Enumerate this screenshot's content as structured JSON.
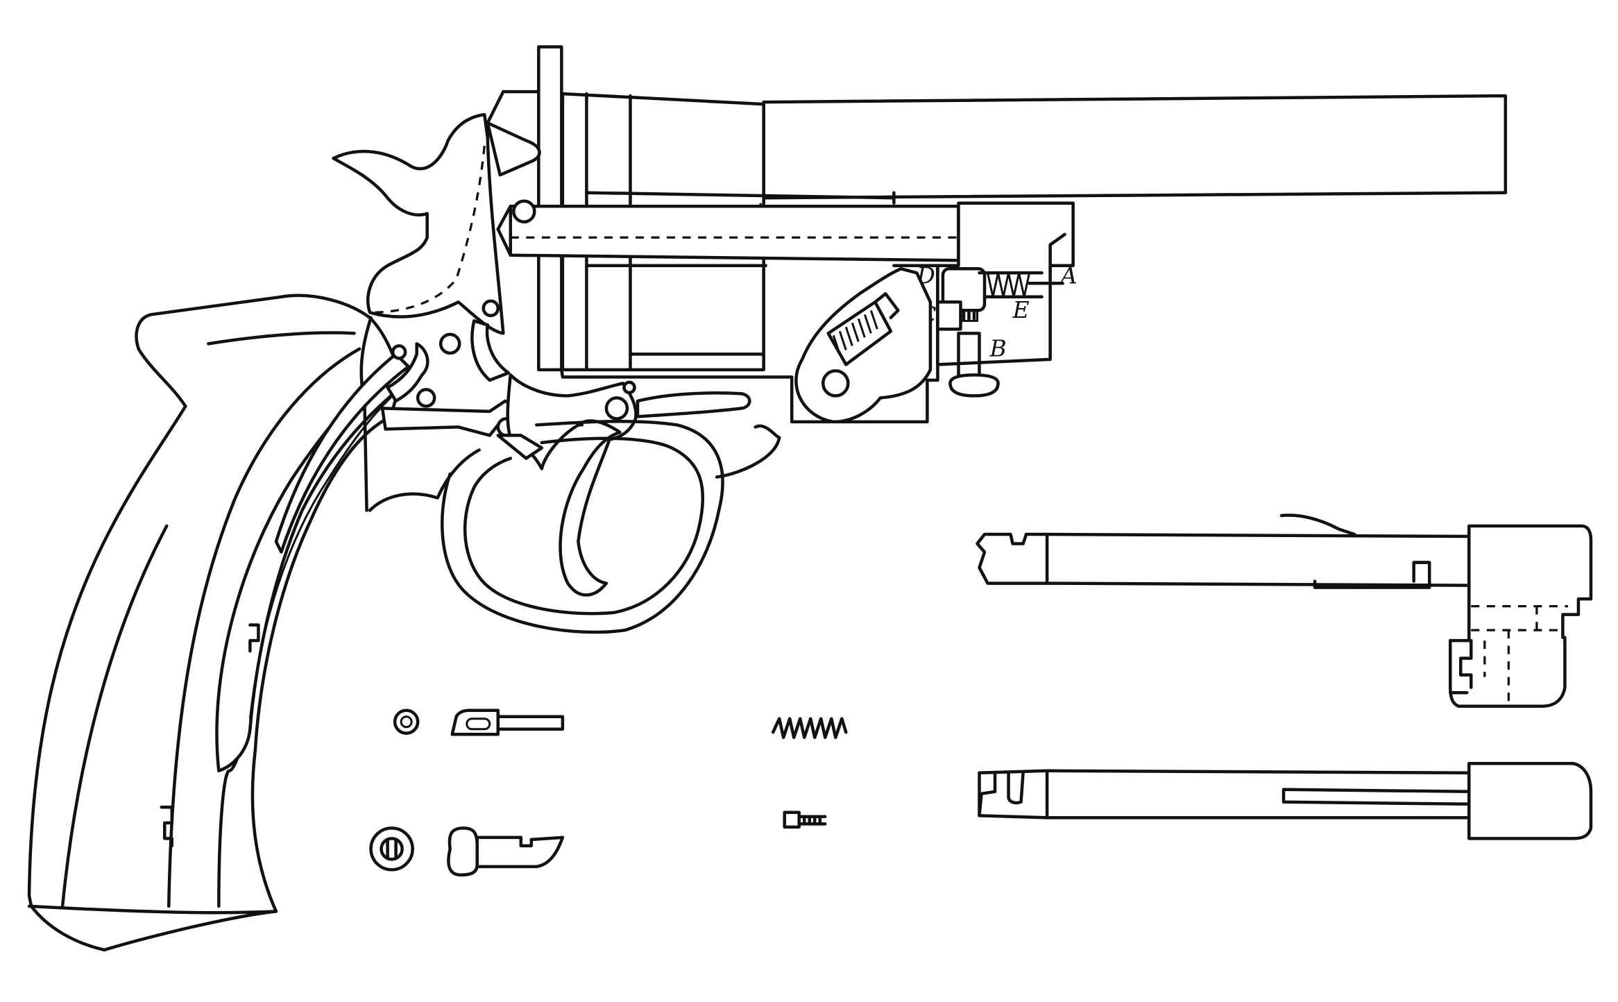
{
  "labels": {
    "a": "A",
    "b": "B",
    "c": "C",
    "d": "D",
    "e": "E"
  },
  "colors": {
    "ink": "#111111",
    "paper": "#ffffff"
  }
}
